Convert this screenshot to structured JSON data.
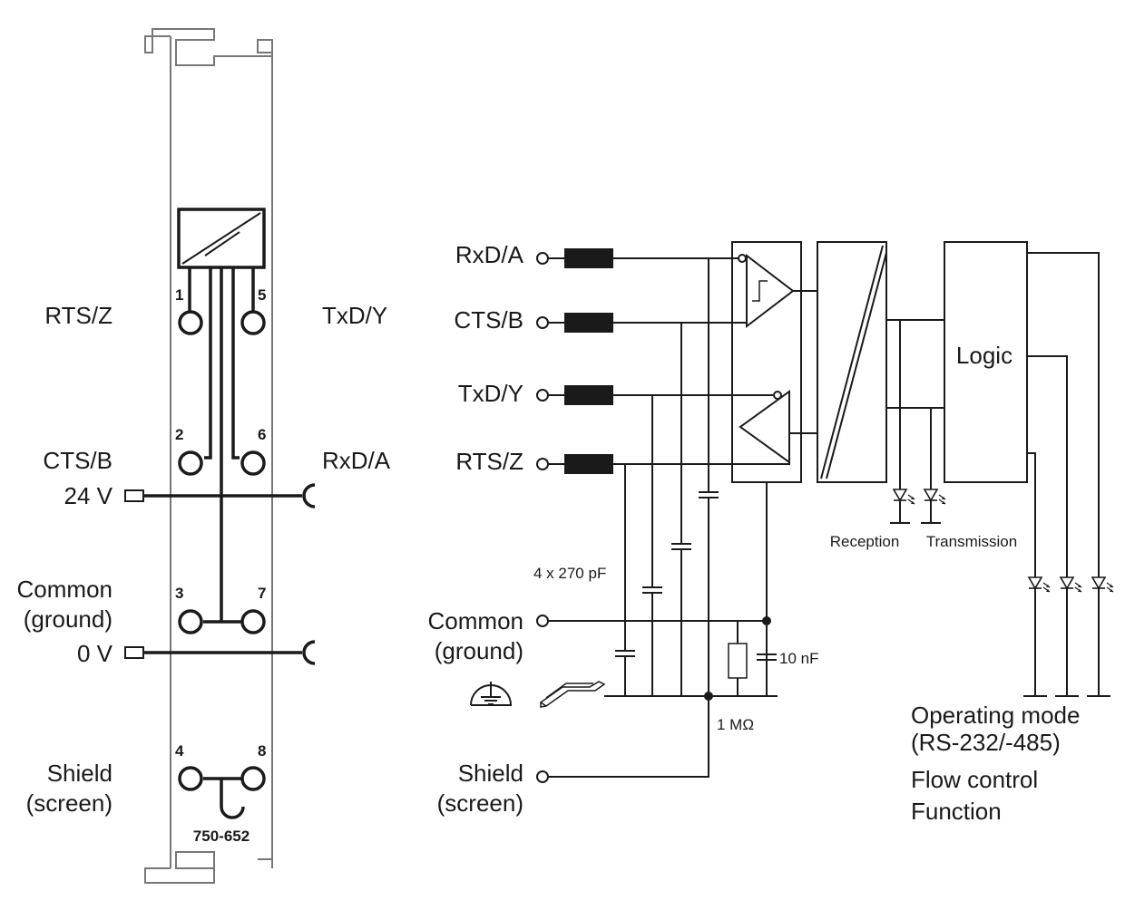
{
  "module": {
    "part_number": "750-652",
    "labels_left": {
      "rts": "RTS/Z",
      "cts": "CTS/B",
      "v24": "24 V",
      "common_line1": "Common",
      "common_line2": "(ground)",
      "v0": "0 V",
      "shield_line1": "Shield",
      "shield_line2": "(screen)"
    },
    "labels_right": {
      "txd": "TxD/Y",
      "rxd": "RxD/A"
    },
    "terminal_numbers": [
      "1",
      "2",
      "3",
      "4",
      "5",
      "6",
      "7",
      "8"
    ]
  },
  "schematic": {
    "inputs": {
      "rxd": "RxD/A",
      "cts": "CTS/B",
      "txd": "TxD/Y",
      "rts": "RTS/Z",
      "common_line1": "Common",
      "common_line2": "(ground)",
      "shield_line1": "Shield",
      "shield_line2": "(screen)"
    },
    "capacitors_label": "4 x 270 pF",
    "cap_10nf": "10 nF",
    "resistor": "1 MΩ",
    "logic": "Logic",
    "led_reception": "Reception",
    "led_transmission": "Transmission",
    "led_group": {
      "line1": "Operating mode",
      "line2": "(RS-232/-485)",
      "line3": "Flow control",
      "line4": "Function"
    }
  }
}
